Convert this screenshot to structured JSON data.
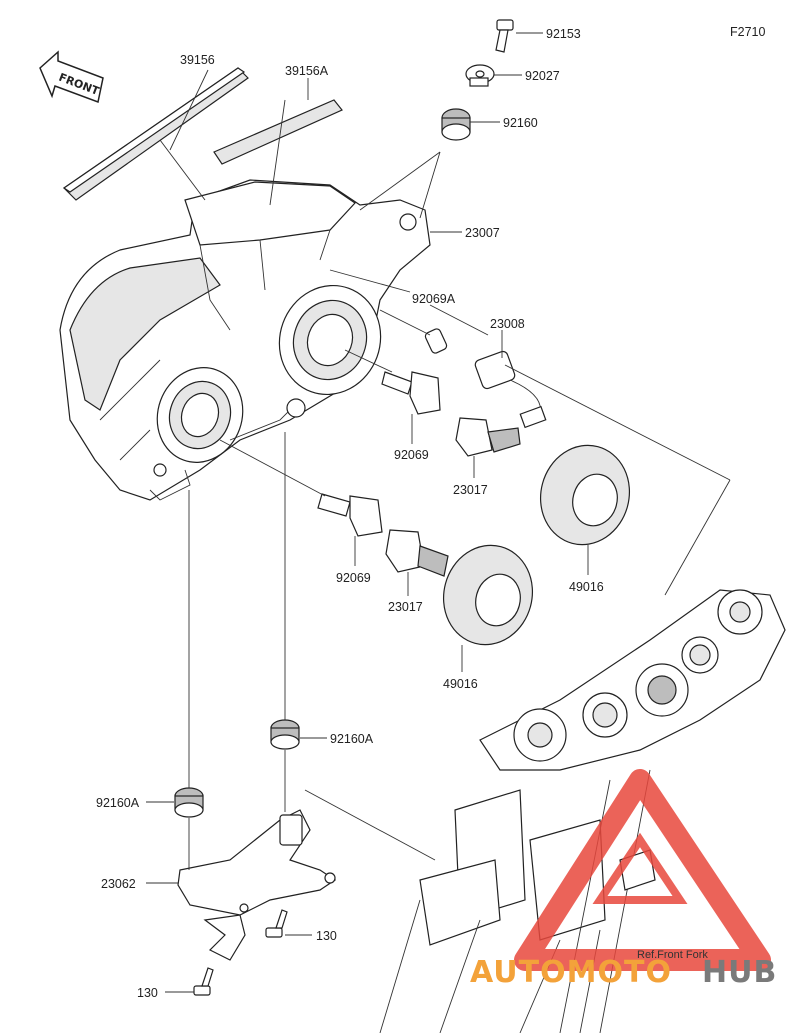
{
  "diagram_code": "F2710",
  "front_label": "FRONT",
  "ref_text": "Ref.Front Fork",
  "watermark": {
    "part1": "AUTOMOTO",
    "part2": "HUB"
  },
  "colors": {
    "watermark_red": "#e8483d",
    "watermark_orange": "#f3a23a",
    "watermark_grey": "#7a7a7a",
    "line": "#222222"
  },
  "callouts": {
    "c92153": "92153",
    "c92027": "92027",
    "c92160": "92160",
    "c39156": "39156",
    "c39156A": "39156A",
    "c23007": "23007",
    "c92069A": "92069A",
    "c23008": "23008",
    "c92069_upper": "92069",
    "c23017_upper": "23017",
    "c49016_upper": "49016",
    "c92069_lower": "92069",
    "c23017_lower": "23017",
    "c49016_lower": "49016",
    "c92160A_right": "92160A",
    "c92160A_left": "92160A",
    "c23062": "23062",
    "c130_right": "130",
    "c130_left": "130"
  }
}
